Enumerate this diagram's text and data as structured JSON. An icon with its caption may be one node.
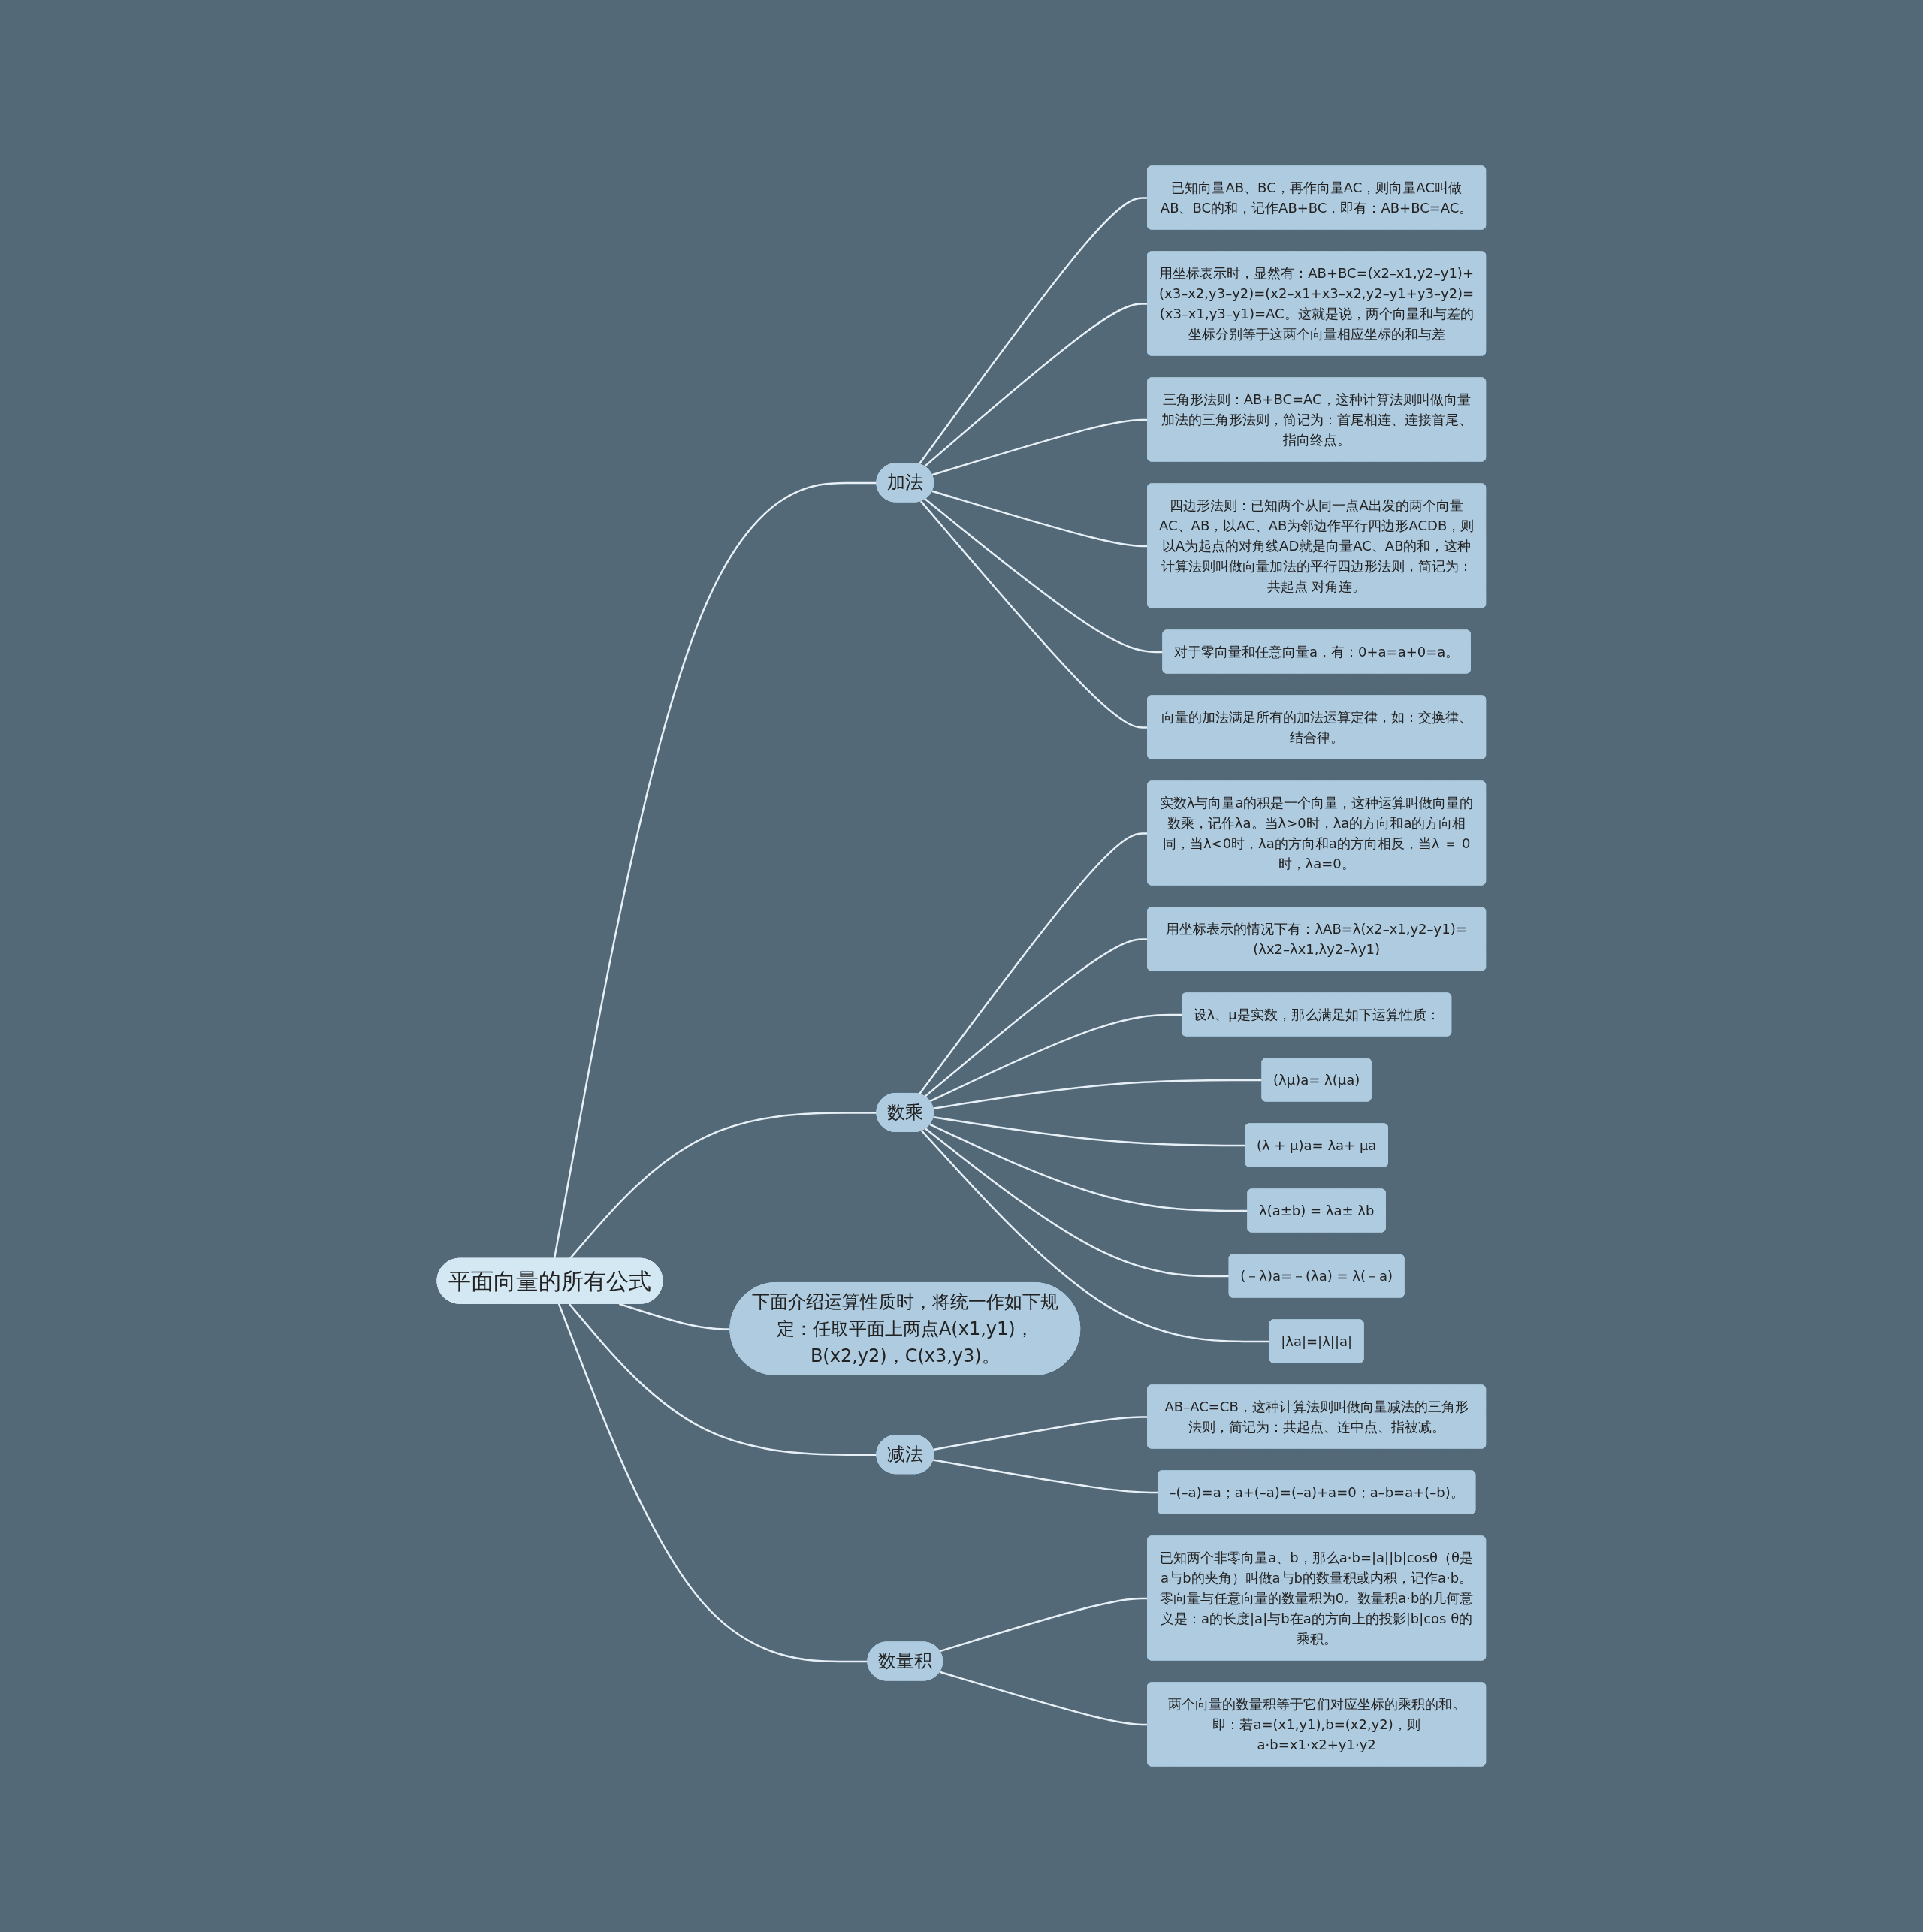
{
  "diagram": {
    "nodes": [
      {
        "text": [
          "平面向量的所有公式"
        ]
      },
      {
        "text": [
          "加法"
        ]
      },
      {
        "text": [
          "已知向量AB、BC，再作向量AC，则向量AC叫做AB、BC的和，记作AB+BC，即有：AB+BC=AC。"
        ]
      },
      {
        "text": [
          "用坐标表示时，显然有：AB+BC=(x2–x1,y2–y1)+(x3–x2,y3–y2)=(x2–x1+x3–x2,y2–y1+y3–y2)=(x3–x1,y3–y1)=AC。这就是说，两个向量和与差的坐标分别等于这两个向量相应坐标的和与差"
        ]
      },
      {
        "text": [
          "三角形法则：AB+BC=AC，这种计算法则叫做向量加法的三角形法则，简记为：首尾相连、连接首尾、指向终点。"
        ]
      },
      {
        "text": [
          "四边形法则：已知两个从同一点A出发的两个向量AC、AB，以AC、AB为邻边作平行四边形ACDB，则以A为起点的对角线AD就是向量AC、AB的和，这种计算法则叫做向量加法的平行四边形法则，简记为：共起点 对角连。"
        ]
      },
      {
        "text": [
          "对于零向量和任意向量a，有：0+a=a+0=a。"
        ]
      },
      {
        "text": [
          "向量的加法满足所有的加法运算定律，如：交换律、结合律。"
        ]
      },
      {
        "text": [
          "数乘"
        ]
      },
      {
        "text": [
          "实数λ与向量a的积是一个向量，这种运算叫做向量的数乘，记作λa。当λ>0时，λa的方向和a的方向相同，当λ<0时，λa的方向和a的方向相反，当λ ＝ 0时，λa=0。"
        ]
      },
      {
        "text": [
          "用坐标表示的情况下有：λAB=λ(x2–x1,y2–y1)=(λx2–λx1,λy2–λy1)"
        ]
      },
      {
        "text": [
          "设λ、μ是实数，那么满足如下运算性质："
        ]
      },
      {
        "text": [
          "(λμ)a= λ(μa)"
        ]
      },
      {
        "text": [
          "(λ + μ)a= λa+ μa"
        ]
      },
      {
        "text": [
          "λ(a±b) = λa± λb"
        ]
      },
      {
        "text": [
          "(－λ)a=－(λa) = λ(－a)"
        ]
      },
      {
        "text": [
          "|λa|=|λ||a|"
        ]
      },
      {
        "text": [
          "下面介绍运算性质时，将统一作如下规定：任取平面上两点A(x1,y1)，B(x2,y2)，C(x3,y3)。"
        ]
      },
      {
        "text": [
          "减法"
        ]
      },
      {
        "text": [
          "AB–AC=CB，这种计算法则叫做向量减法的三角形法则，简记为：共起点、连中点、指被减。"
        ]
      },
      {
        "text": [
          "–(–a)=a；a+(–a)=(–a)+a=0；a–b=a+(–b)。"
        ]
      },
      {
        "text": [
          "数量积"
        ]
      },
      {
        "text": [
          "已知两个非零向量a、b，那么a·b=|a||b|cosθ（θ是a与b的夹角）叫做a与b的数量积或内积，记作a·b。零向量与任意向量的数量积为0。数量积a·b的几何意义是：a的长度|a|与b在a的方向上的投影|b|cos θ的乘积。"
        ]
      },
      {
        "text": [
          "两个向量的数量积等于它们对应坐标的乘积的和。即：若a=(x1,y1),b=(x2,y2)，则a·b=x1·x2+y1·y2"
        ]
      }
    ],
    "edges": [
      {
        "from": 0,
        "to": 1,
        "arrow": "none"
      },
      {
        "from": 1,
        "to": 2,
        "arrow": "none"
      },
      {
        "from": 1,
        "to": 3,
        "arrow": "none"
      },
      {
        "from": 1,
        "to": 4,
        "arrow": "none"
      },
      {
        "from": 1,
        "to": 5,
        "arrow": "none"
      },
      {
        "from": 1,
        "to": 6,
        "arrow": "none"
      },
      {
        "from": 1,
        "to": 7,
        "arrow": "none"
      },
      {
        "from": 0,
        "to": 8,
        "arrow": "none"
      },
      {
        "from": 8,
        "to": 9,
        "arrow": "none"
      },
      {
        "from": 8,
        "to": 10,
        "arrow": "none"
      },
      {
        "from": 8,
        "to": 11,
        "arrow": "none"
      },
      {
        "from": 8,
        "to": 12,
        "arrow": "none"
      },
      {
        "from": 8,
        "to": 13,
        "arrow": "none"
      },
      {
        "from": 8,
        "to": 14,
        "arrow": "none"
      },
      {
        "from": 8,
        "to": 15,
        "arrow": "none"
      },
      {
        "from": 8,
        "to": 16,
        "arrow": "none"
      },
      {
        "from": 0,
        "to": 17,
        "arrow": "none"
      },
      {
        "from": 0,
        "to": 18,
        "arrow": "none"
      },
      {
        "from": 18,
        "to": 19,
        "arrow": "none"
      },
      {
        "from": 18,
        "to": 20,
        "arrow": "none"
      },
      {
        "from": 0,
        "to": 21,
        "arrow": "none"
      },
      {
        "from": 21,
        "to": 22,
        "arrow": "none"
      },
      {
        "from": 21,
        "to": 23,
        "arrow": "none"
      }
    ]
  }
}
